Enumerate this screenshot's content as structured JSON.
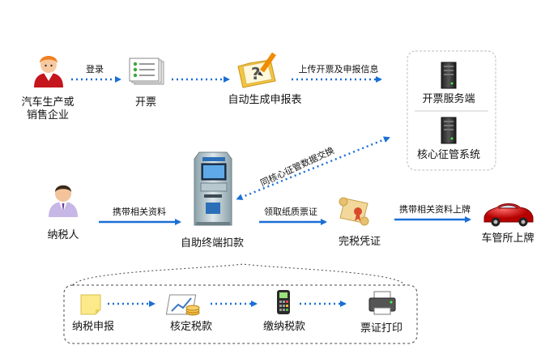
{
  "nodes": {
    "manufacturer": "汽车生产或\n销售企业",
    "issue_invoice": "开票",
    "auto_report": "自动生成申报表",
    "invoice_server": "开票服务端",
    "core_system": "核心征管系统",
    "taxpayer": "纳税人",
    "kiosk": "自助终端扣款",
    "tax_certificate": "完税凭证",
    "vehicle_office": "车管所上牌"
  },
  "edges": {
    "login": "登录",
    "upload": "上传开票及申报信息",
    "data_exchange": "同核心征管数据交换",
    "carry_docs": "携带相关资料",
    "receive_paper": "领取纸质票证",
    "carry_docs_plate": "携带相关资料上牌"
  },
  "process": {
    "steps": [
      "纳税申报",
      "核定税款",
      "缴纳税款",
      "票证打印"
    ]
  },
  "colors": {
    "arrow": "#1a6fd6",
    "dashed_border": "#444444",
    "panel_border": "#bdbdbd"
  }
}
